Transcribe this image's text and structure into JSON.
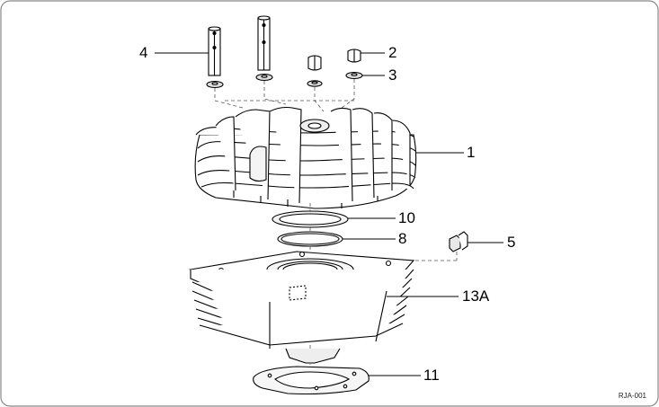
{
  "diagram": {
    "drawing_code": "RJA-001",
    "callouts": [
      {
        "id": "c4",
        "label": "4"
      },
      {
        "id": "c2",
        "label": "2"
      },
      {
        "id": "c3",
        "label": "3"
      },
      {
        "id": "c1",
        "label": "1"
      },
      {
        "id": "c10",
        "label": "10"
      },
      {
        "id": "c8",
        "label": "8"
      },
      {
        "id": "c5",
        "label": "5"
      },
      {
        "id": "c13a",
        "label": "13A"
      },
      {
        "id": "c11",
        "label": "11"
      }
    ],
    "parts": [
      {
        "callout": "4",
        "name": "stud-bolts"
      },
      {
        "callout": "2",
        "name": "nut"
      },
      {
        "callout": "3",
        "name": "washer"
      },
      {
        "callout": "1",
        "name": "cylinder-head"
      },
      {
        "callout": "10",
        "name": "head-gasket"
      },
      {
        "callout": "8",
        "name": "o-ring"
      },
      {
        "callout": "5",
        "name": "clip"
      },
      {
        "callout": "13A",
        "name": "cylinder-block"
      },
      {
        "callout": "11",
        "name": "base-gasket"
      }
    ],
    "colors": {
      "line": "#000000",
      "fill": "#ffffff",
      "shade": "#d9d9d9"
    }
  }
}
